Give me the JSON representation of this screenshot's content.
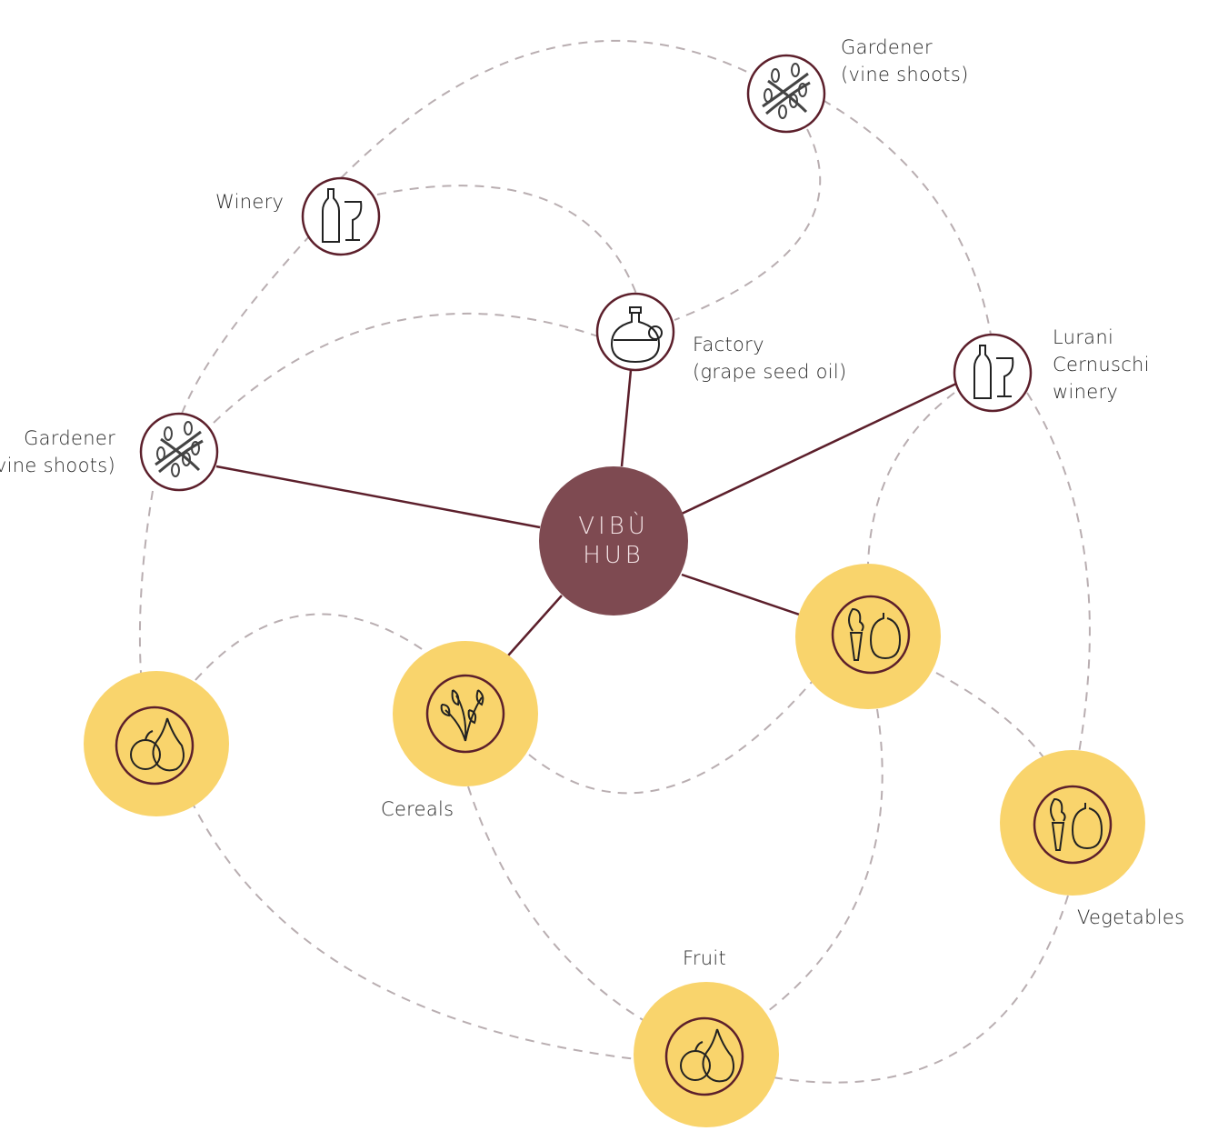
{
  "colors": {
    "hub": "#7e4a51",
    "ring": "#5c1f2b",
    "yellow": "#f9d46c",
    "dash": "#b9aeb1",
    "line": "#5c1f2b"
  },
  "hub": {
    "line1": "VIBÙ",
    "line2": "HUB"
  },
  "labels": {
    "gardener_top": [
      "Gardener",
      "(vine shoots)"
    ],
    "winery": "Winery",
    "factory": [
      "Factory",
      "(grape seed oil)"
    ],
    "lurani": [
      "Lurani",
      "Cernuschi",
      "winery"
    ],
    "gardener_left": [
      "Gardener",
      "(vine shoots)"
    ],
    "cereals": "Cereals",
    "vegetables": "Vegetables",
    "fruit": "Fruit"
  }
}
